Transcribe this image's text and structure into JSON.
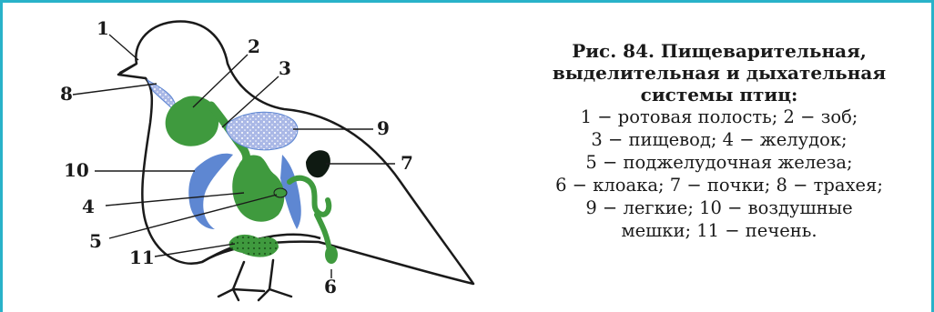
{
  "caption": {
    "title_lines": [
      "Рис. 84. Пищеварительная,",
      "выделительная и дыхательная",
      "системы птиц:"
    ],
    "legend_lines": [
      "1 − ротовая полость; 2 − зоб;",
      "3 − пищевод; 4 − желудок;",
      "5 − поджелудочная железа;",
      "6 − клоака; 7 − почки; 8 − трахея;",
      "9 − легкие; 10 − воздушные",
      "мешки; 11 − печень."
    ]
  },
  "labels": [
    "1",
    "2",
    "3",
    "4",
    "5",
    "6",
    "7",
    "8",
    "9",
    "10",
    "11"
  ],
  "colors": {
    "frame": "#29b2c9",
    "outline": "#1a1a1a",
    "green": "#3f9a3e",
    "blue": "#5e87d2",
    "light_blue": "#aab8e6",
    "kidney": "#0f1a12"
  }
}
